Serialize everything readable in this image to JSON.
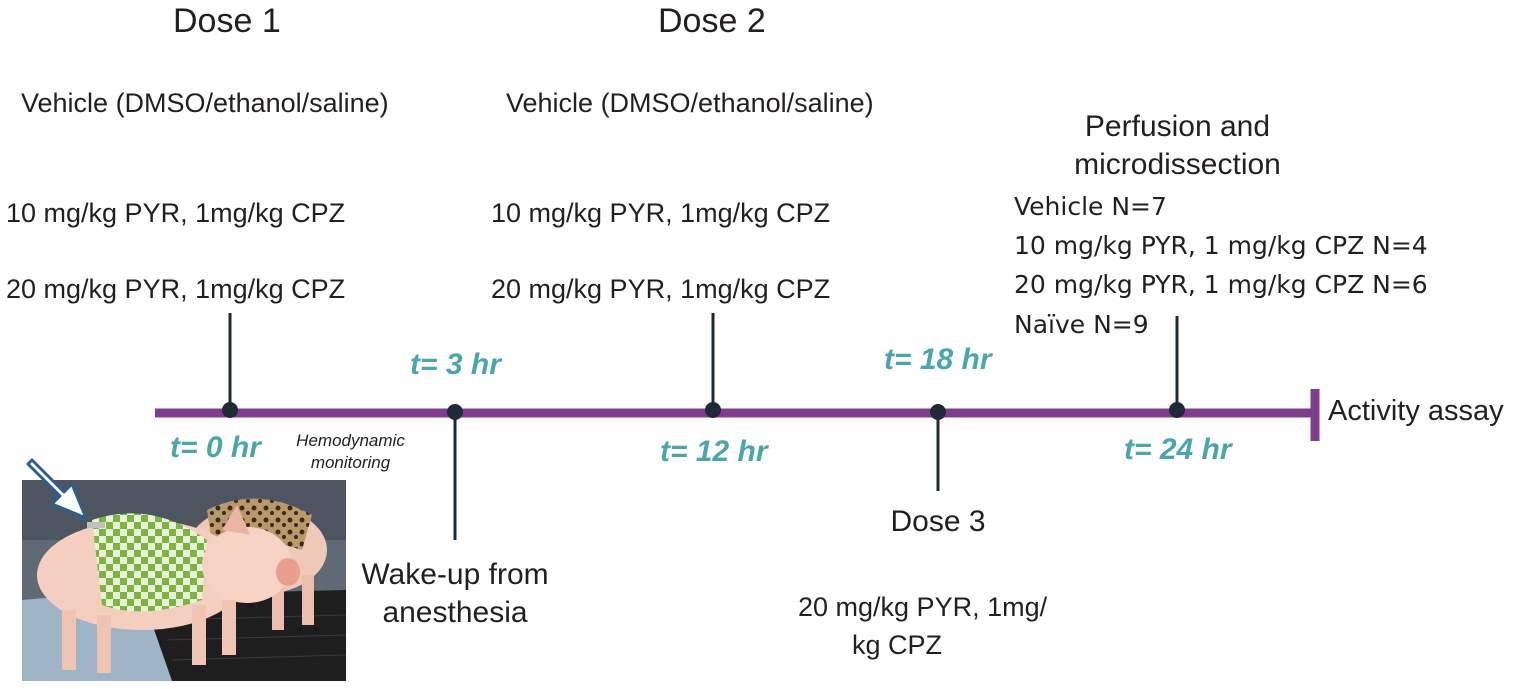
{
  "dose1": {
    "title": "Dose 1",
    "vehicle": "Vehicle (DMSO/ethanol/saline)",
    "drug1": "10 mg/kg PYR, 1mg/kg CPZ",
    "drug2": "20 mg/kg PYR, 1mg/kg CPZ"
  },
  "dose2": {
    "title": "Dose 2",
    "vehicle": "Vehicle (DMSO/ethanol/saline)",
    "drug1": "10 mg/kg PYR, 1mg/kg CPZ",
    "drug2": "20 mg/kg PYR, 1mg/kg CPZ"
  },
  "dose3": {
    "title": "Dose 3",
    "drug_line1": "20 mg/kg PYR, 1mg/",
    "drug_line2": "kg CPZ"
  },
  "perfusion": {
    "title_line1": "Perfusion and",
    "title_line2": "microdissection",
    "groups": [
      "Vehicle N=7",
      "10 mg/kg PYR, 1 mg/kg CPZ N=4",
      "20 mg/kg PYR, 1 mg/kg CPZ N=6",
      "Naïve N=9"
    ]
  },
  "times": {
    "t0": "t= 0 hr",
    "t3": "t= 3 hr",
    "t12": "t= 12 hr",
    "t18": "t= 18 hr",
    "t24": "t= 24 hr"
  },
  "hemodynamic": {
    "line1": "Hemodynamic",
    "line2": "monitoring"
  },
  "wakeup": {
    "line1": "Wake-up from",
    "line2": "anesthesia"
  },
  "end_label": "Activity assay",
  "colors": {
    "timeline": "#7d3c8c",
    "time_text": "#4aa5ad",
    "marker": "#1f2a36"
  },
  "photo": {
    "description_icon": "piglet-photo",
    "arrow_icon": "white-arrow-icon"
  }
}
